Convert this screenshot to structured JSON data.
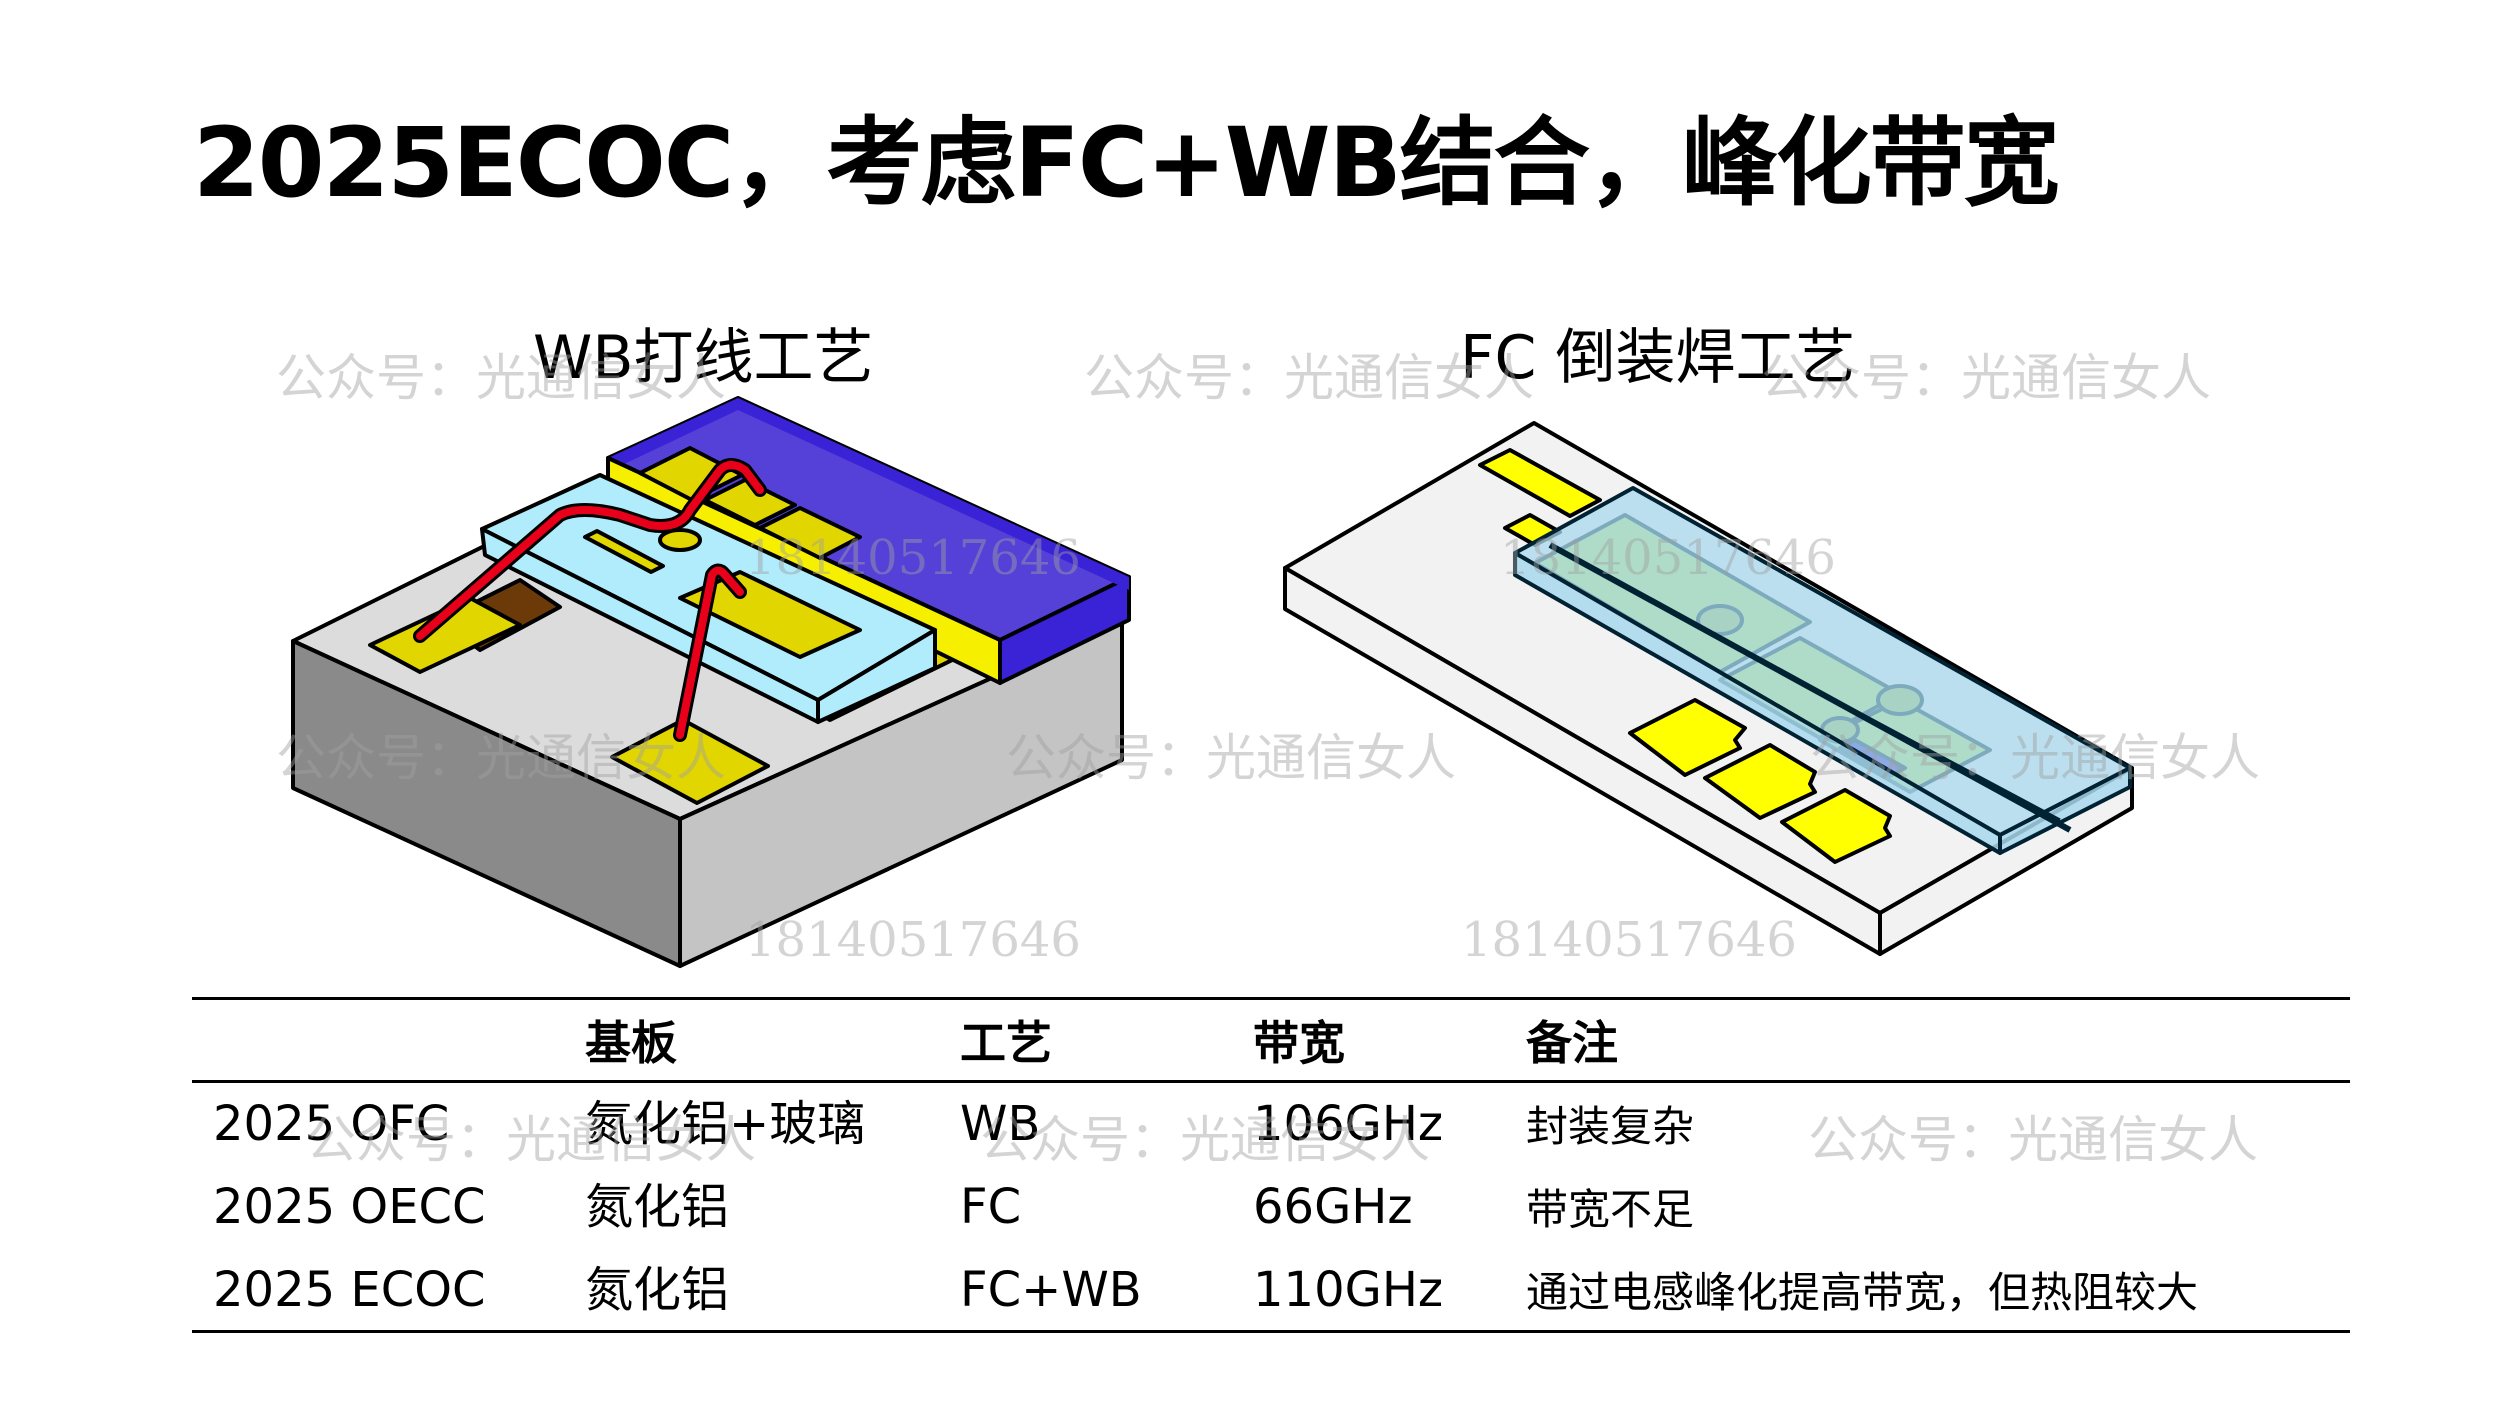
{
  "slide": {
    "title": "2025ECOC，考虑FC+WB结合，峰化带宽",
    "wb_label": "WB打线工艺",
    "fc_label": "FC 倒装焊工艺"
  },
  "watermarks": {
    "account": "公众号：光通信女人",
    "phone": "18140517646"
  },
  "colors": {
    "wire": "#e8001a",
    "gold": "#e2d600",
    "pad_yellow": "#ffff00",
    "chip_blue": "#b0ecfb",
    "block_blue": "#3a22d6",
    "glass": "#a8d8ee",
    "green": "#b7e43f"
  },
  "table": {
    "headers": [
      "",
      "基板",
      "工艺",
      "带宽",
      "备注"
    ],
    "rows": [
      [
        "2025 OFC",
        "氮化铝+玻璃",
        "WB",
        "106GHz",
        "封装复杂"
      ],
      [
        "2025 OECC",
        "氮化铝",
        "FC",
        "66GHz",
        "带宽不足"
      ],
      [
        "2025 ECOC",
        "氮化铝",
        "FC+WB",
        "110GHz",
        "通过电感峰化提高带宽，但热阻较大"
      ]
    ]
  }
}
